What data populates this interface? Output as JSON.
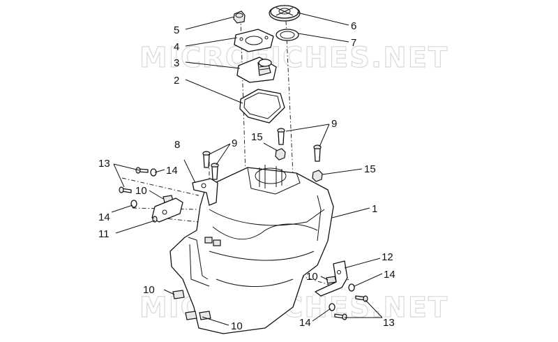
{
  "diagram": {
    "watermark_text": "MICROFICHES.NET",
    "callouts": {
      "c1": "1",
      "c2": "2",
      "c3": "3",
      "c4": "4",
      "c5": "5",
      "c6": "6",
      "c7": "7",
      "c8": "8",
      "c9a": "9",
      "c9b": "9",
      "c10a": "10",
      "c10b": "10",
      "c10c": "10",
      "c10d": "10",
      "c11": "11",
      "c12": "12",
      "c13a": "13",
      "c13b": "13",
      "c14a": "14",
      "c14b": "14",
      "c14c": "14",
      "c14d": "14",
      "c15a": "15",
      "c15b": "15"
    }
  }
}
